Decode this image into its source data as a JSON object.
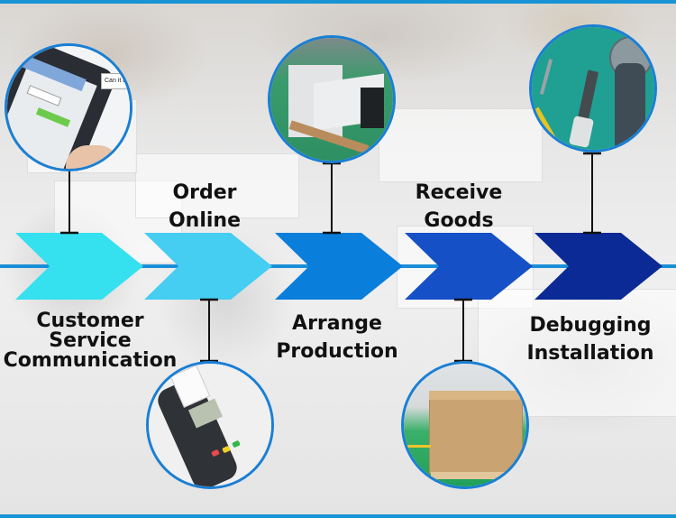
{
  "title": "Order process flow",
  "colors": {
    "border": "#1793d6",
    "track": "#1a8fd8",
    "connector": "#111111",
    "circle_border": "#1a7fd4"
  },
  "steps": [
    {
      "id": "step-1",
      "label_lines": [
        "Customer",
        "Service",
        "Communication"
      ],
      "label_position": "below",
      "image_position": "above",
      "color": "#35e0ef",
      "image": "smartphone-chat-icon",
      "image_text": "Can it be"
    },
    {
      "id": "step-2",
      "label_lines": [
        "Order",
        "Online"
      ],
      "label_position": "above",
      "image_position": "below",
      "color": "#45cdf2",
      "image": "pos-terminal-icon"
    },
    {
      "id": "step-3",
      "label_lines": [
        "Arrange",
        "Production"
      ],
      "label_position": "below",
      "image_position": "above",
      "color": "#0a7edb",
      "image": "condensing-unit-icon"
    },
    {
      "id": "step-4",
      "label_lines": [
        "Receive",
        "Goods"
      ],
      "label_position": "above",
      "image_position": "below",
      "color": "#1650c6",
      "image": "cardboard-box-icon"
    },
    {
      "id": "step-5",
      "label_lines": [
        "Debugging",
        "Installation"
      ],
      "label_position": "below",
      "image_position": "above",
      "color": "#0b2a95",
      "image": "tools-icon"
    }
  ]
}
